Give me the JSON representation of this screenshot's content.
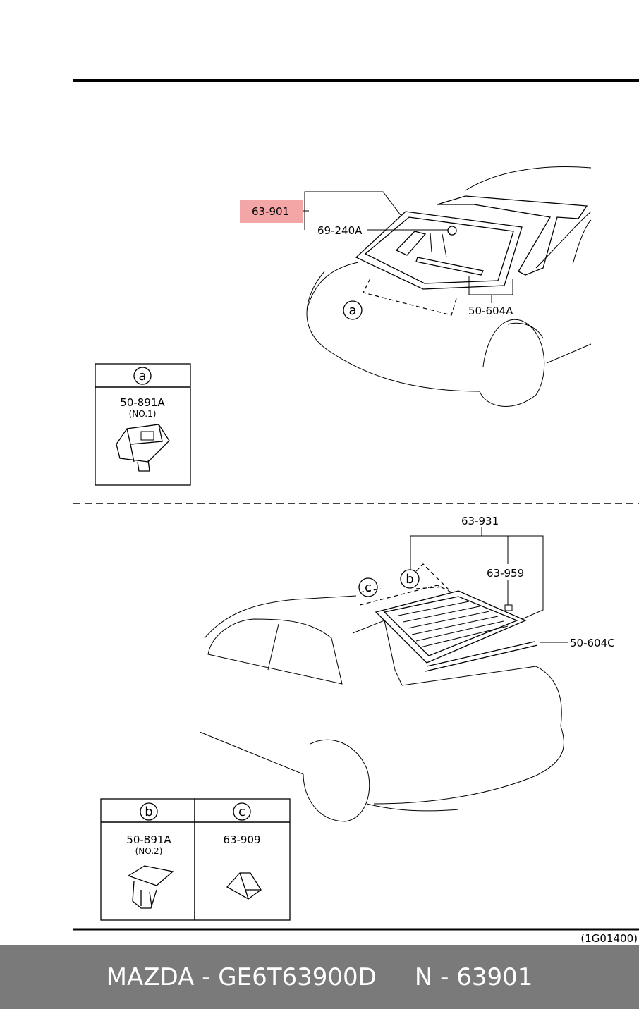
{
  "diagram": {
    "highlight_color": "#f4a6a6",
    "top_view": {
      "labels": {
        "glass_assembly": "63-901",
        "sensor": "69-240A",
        "molding": "50-604A",
        "callout_a": "a"
      },
      "detail_a": {
        "key": "a",
        "part": "50-891A",
        "note": "(NO.1)"
      }
    },
    "bottom_view": {
      "labels": {
        "rear_glass": "63-931",
        "clip": "63-959",
        "molding": "50-604C",
        "callout_b": "b",
        "callout_c": "c"
      },
      "detail_b": {
        "key": "b",
        "part": "50-891A",
        "note": "(NO.2)"
      },
      "detail_c": {
        "key": "c",
        "part": "63-909"
      }
    },
    "drawing_code": "(1G01400)"
  },
  "footer": {
    "brand": "MAZDA",
    "part_number": "GE6T63900D",
    "ref_number": "N - 63901"
  }
}
